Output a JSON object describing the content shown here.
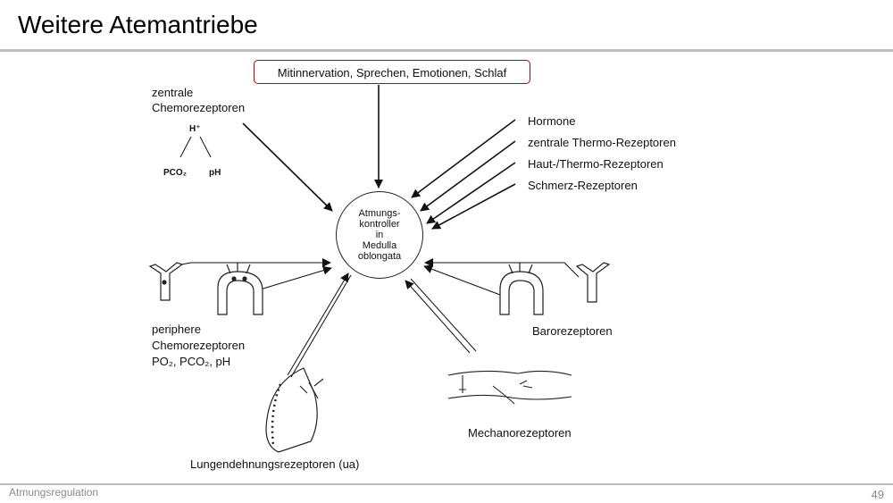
{
  "slide": {
    "title": "Weitere Atemantriebe",
    "footer": "Atmungsregulation",
    "page_number": "49"
  },
  "diagram": {
    "top_box": "Mitinnervation, Sprechen, Emotionen, Schlaf",
    "center": [
      "Atmungs-",
      "kontroller",
      "in",
      "Medulla",
      "oblongata"
    ],
    "central_chemo": [
      "zentrale",
      "Chemorezeptoren"
    ],
    "central_chemo_chem": {
      "top": "H⁺",
      "left": "PCO₂",
      "right": "pH"
    },
    "right_inputs": [
      "Hormone",
      "zentrale Thermo-Rezeptoren",
      "Haut-/Thermo-Rezeptoren",
      "Schmerz-Rezeptoren"
    ],
    "peripheral": [
      "periphere",
      "Chemorezeptoren",
      "PO₂, PCO₂, pH"
    ],
    "baro": "Barorezeptoren",
    "mechano": "Mechanorezeptoren",
    "lung": "Lungendehnungsrezeptoren (ua)"
  }
}
